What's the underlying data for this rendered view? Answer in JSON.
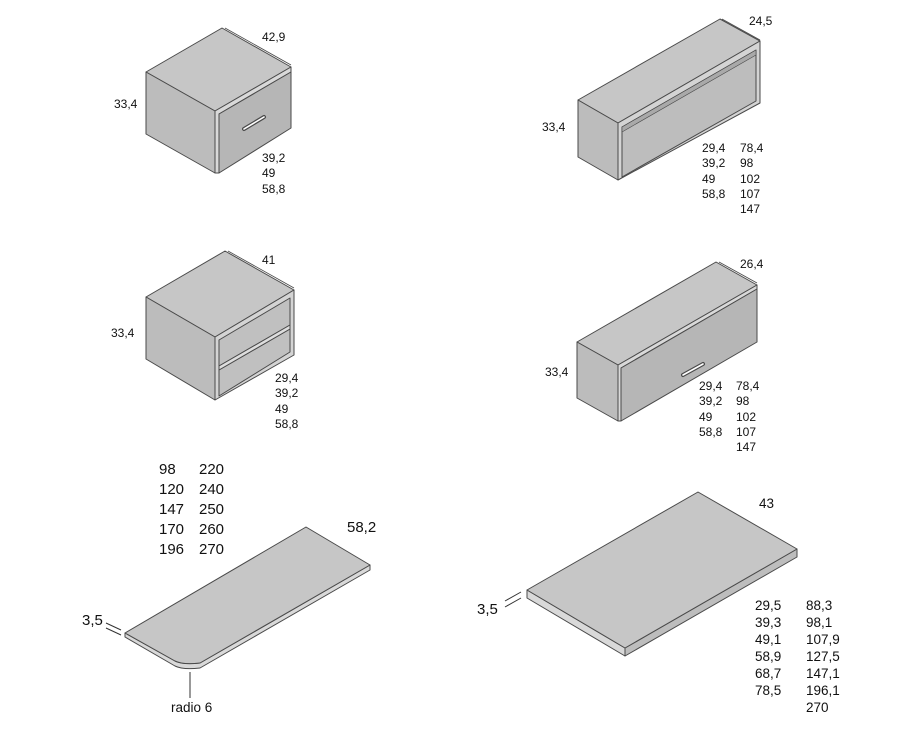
{
  "units": [
    {
      "id": "drawer-cube",
      "depth": "42,9",
      "height": "33,4",
      "widths": [
        "39,2",
        "49",
        "58,8"
      ]
    },
    {
      "id": "open-wall-unit",
      "depth": "24,5",
      "height": "33,4",
      "widths_a": [
        "29,4",
        "39,2",
        "49",
        "58,8"
      ],
      "widths_b": [
        "78,4",
        "98",
        "102",
        "107",
        "147"
      ]
    },
    {
      "id": "open-shelf-cube",
      "depth": "41",
      "height": "33,4",
      "widths": [
        "29,4",
        "39,2",
        "49",
        "58,8"
      ]
    },
    {
      "id": "flap-wall-unit",
      "depth": "26,4",
      "height": "33,4",
      "widths_a": [
        "29,4",
        "39,2",
        "49",
        "58,8"
      ],
      "widths_b": [
        "78,4",
        "98",
        "102",
        "107",
        "147"
      ]
    },
    {
      "id": "rounded-top",
      "depth": "58,2",
      "thickness": "3,5",
      "radius_label": "radio 6",
      "lengths_a": [
        "98",
        "120",
        "147",
        "170",
        "196"
      ],
      "lengths_b": [
        "220",
        "240",
        "250",
        "260",
        "270"
      ]
    },
    {
      "id": "straight-top",
      "depth": "43",
      "thickness": "3,5",
      "lengths_a": [
        "29,5",
        "39,3",
        "49,1",
        "58,9",
        "68,7",
        "78,5"
      ],
      "lengths_b": [
        "88,3",
        "98,1",
        "107,9",
        "127,5",
        "147,1",
        "196,1",
        "270"
      ]
    }
  ],
  "colors": {
    "top_face": "#c6c6c6",
    "side_face": "#bcbcbc",
    "front_face": "#b2b2b2",
    "edge_face": "#d9d9d9",
    "inner_face": "#dcdcdc",
    "outline": "#4a4a4a"
  }
}
